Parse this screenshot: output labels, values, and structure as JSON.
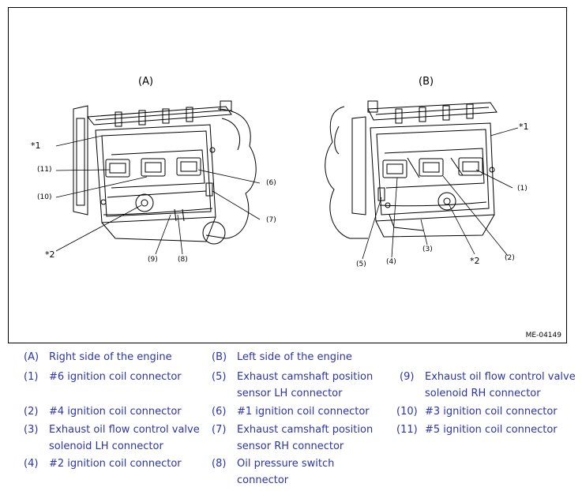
{
  "figure": {
    "panel_a": "(A)",
    "panel_b": "(B)",
    "figure_id": "ME-04149",
    "callouts_a": {
      "star1": "*1",
      "c11": "(11)",
      "c10": "(10)",
      "c6": "(6)",
      "c7": "(7)",
      "star2": "*2",
      "c9": "(9)",
      "c8": "(8)"
    },
    "callouts_b": {
      "star1": "*1",
      "c1": "(1)",
      "c5": "(5)",
      "c4": "(4)",
      "c3": "(3)",
      "star2": "*2",
      "c2": "(2)"
    }
  },
  "legend": [
    {
      "code": "(A)",
      "text": "Right side of the engine"
    },
    {
      "code": "(B)",
      "text": "Left side of the engine"
    },
    {
      "code": "(1)",
      "text": "#6 ignition coil connector"
    },
    {
      "code": "(5)",
      "text": "Exhaust camshaft position sensor LH connector"
    },
    {
      "code": "(9)",
      "text": "Exhaust oil flow control valve solenoid RH connector"
    },
    {
      "code": "(2)",
      "text": "#4 ignition coil connector"
    },
    {
      "code": "(6)",
      "text": "#1 ignition coil connector"
    },
    {
      "code": "(10)",
      "text": "#3 ignition coil connector"
    },
    {
      "code": "(3)",
      "text": "Exhaust oil flow control valve solenoid LH connector"
    },
    {
      "code": "(7)",
      "text": "Exhaust camshaft position sensor RH connector"
    },
    {
      "code": "(11)",
      "text": "#5 ignition coil connector"
    },
    {
      "code": "(4)",
      "text": "#2 ignition coil connector"
    },
    {
      "code": "(8)",
      "text": "Oil pressure switch connector"
    }
  ]
}
